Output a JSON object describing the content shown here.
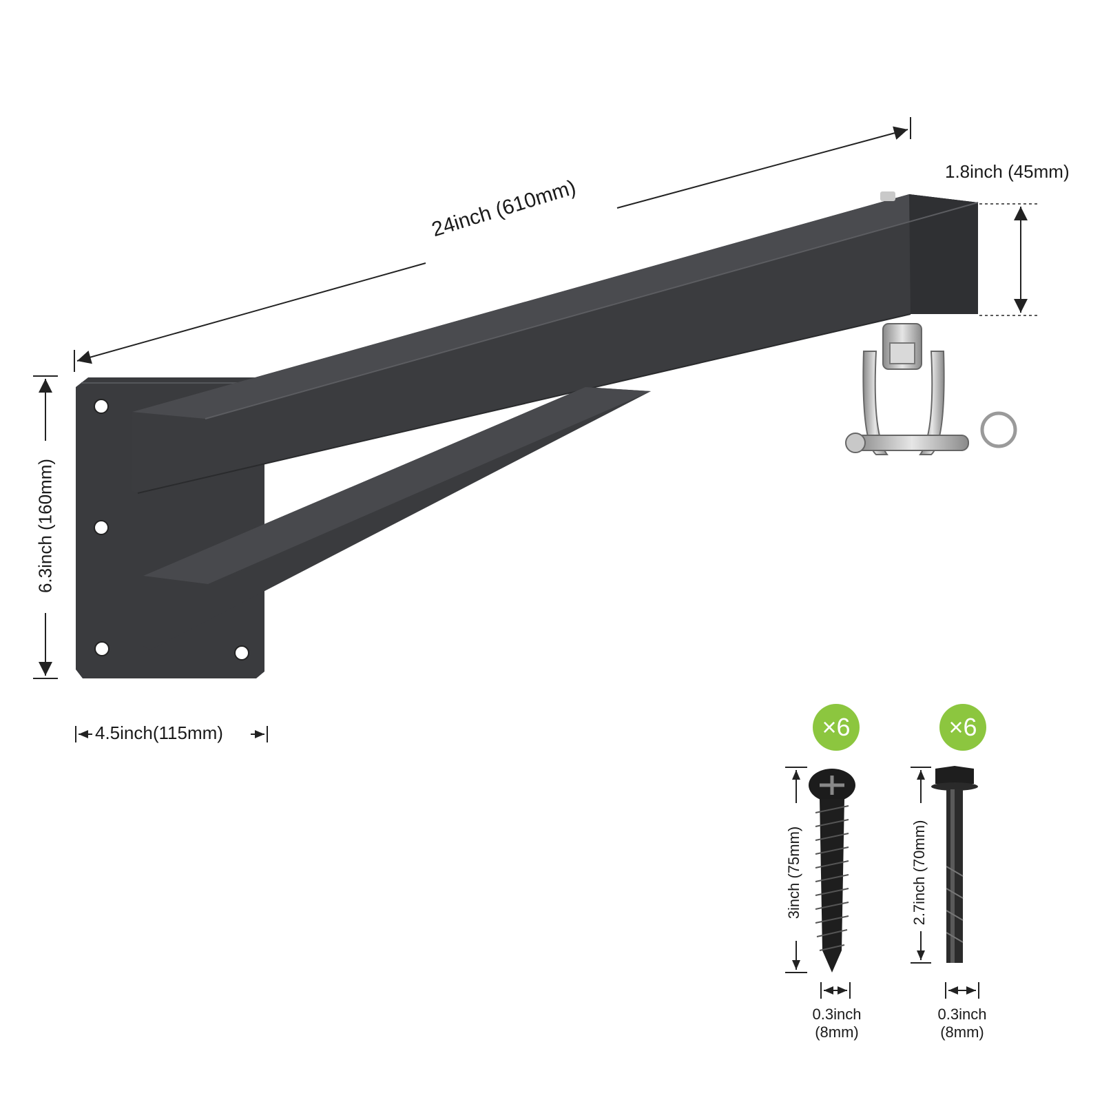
{
  "dimensions": {
    "length": "24inch (610mm)",
    "tube_size": "1.8inch (45mm)",
    "plate_height": "6.3inch (160mm)",
    "plate_width": "4.5inch(115mm)"
  },
  "hardware": [
    {
      "name": "lag screw",
      "quantity": "×6",
      "length": "3inch (75mm)",
      "diameter_in": "0.3inch",
      "diameter_mm": "(8mm)",
      "icon": "lag-screw-icon"
    },
    {
      "name": "expansion bolt",
      "quantity": "×6",
      "length": "2.7inch (70mm)",
      "diameter_in": "0.3inch",
      "diameter_mm": "(8mm)",
      "icon": "expansion-bolt-icon"
    }
  ],
  "colors": {
    "bracket": "#3a3b3e",
    "badge": "#8cc63f",
    "steel": "#b8b8b8"
  }
}
